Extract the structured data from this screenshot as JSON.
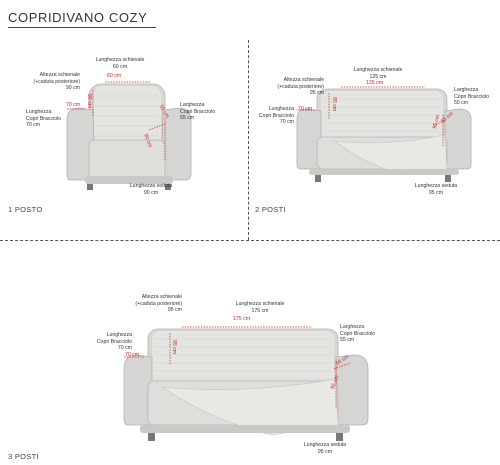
{
  "title": "COPRIDIVANO COZY",
  "panel1": {
    "label": "1 POSTO",
    "schienale_label": "Lunghezza schienale",
    "schienale_value": "60 cm",
    "schienale_red": "60 cm",
    "altezza_label1": "Altezza schienale",
    "altezza_label2": "(+caduta posteriore)",
    "altezza_value": "90 cm",
    "altezza_red": "90 cm",
    "bracciolo_left_label1": "Lunghezza",
    "bracciolo_left_label2": "Copri Bracciolo",
    "bracciolo_left_value": "70 cm",
    "bracciolo_left_red": "70 cm",
    "larghezza_label1": "Larghezza",
    "larghezza_label2": "Copri Bracciolo",
    "larghezza_value": "55 cm",
    "larghezza_red": "55 cm",
    "seduta_label": "Lunghezza seduta",
    "seduta_value": "90 cm",
    "seduta_red": "90 cm"
  },
  "panel2": {
    "label": "2 POSTI",
    "schienale_label": "Lunghezza schienale",
    "schienale_value": "125 cm",
    "schienale_red": "125 cm",
    "altezza_label1": "Altezza schienale",
    "altezza_label2": "(+caduta posteriore)",
    "altezza_value": "95 cm",
    "altezza_red": "95 cm",
    "bracciolo_left_label1": "Lunghezza",
    "bracciolo_left_label2": "Copri Bracciolo",
    "bracciolo_left_value": "70 cm",
    "bracciolo_left_red": "70 cm",
    "larghezza_label1": "Larghezza",
    "larghezza_label2": "Copri Bracciolo",
    "larghezza_value": "55 cm",
    "larghezza_red": "55 cm",
    "seduta_label": "Lunghezza seduta",
    "seduta_value": "95 cm",
    "seduta_red": "95 cm"
  },
  "panel3": {
    "label": "3 POSTI",
    "schienale_label": "Lunghezza schienale",
    "schienale_value": "175 cm",
    "schienale_red": "175 cm",
    "altezza_label1": "Altezza schienale",
    "altezza_label2": "(+caduta posteriore)",
    "altezza_value": "95 cm",
    "altezza_red": "95 cm",
    "bracciolo_left_label1": "Lunghezza",
    "bracciolo_left_label2": "Copri Bracciolo",
    "bracciolo_left_value": "70 cm",
    "bracciolo_left_red": "70 cm",
    "larghezza_label1": "Larghezza",
    "larghezza_label2": "Copri Bracciolo",
    "larghezza_value": "55 cm",
    "larghezza_red": "55 cm",
    "seduta_label": "Lunghezza seduta",
    "seduta_value": "95 cm",
    "seduta_red": "95 cm"
  },
  "colors": {
    "measure": "#cc2222",
    "sofa": "#d9d9d7",
    "cover": "#e6e6e3",
    "divider": "#555555"
  }
}
